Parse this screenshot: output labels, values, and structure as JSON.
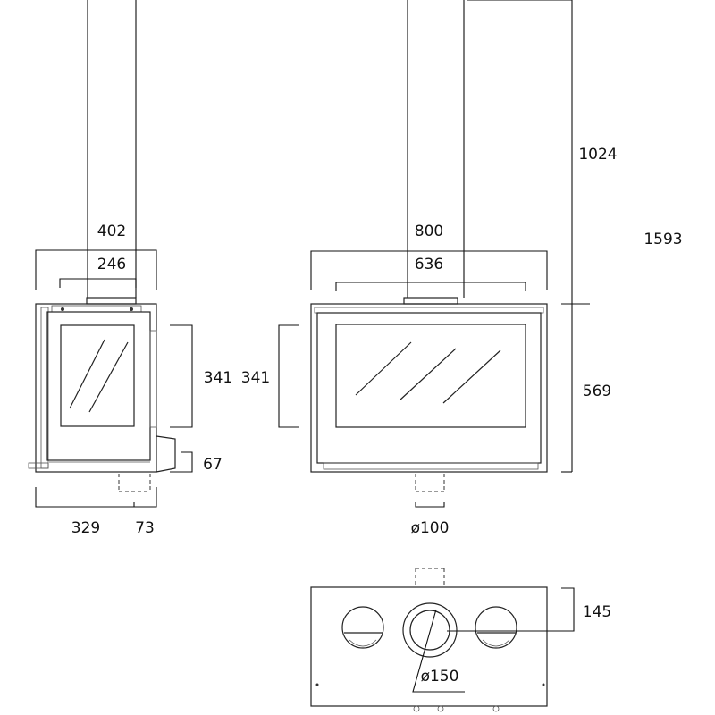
{
  "side_view": {
    "width_overall": "402",
    "flue_spacing": "246",
    "glass_height": "341",
    "box_height": "67",
    "depth": "329",
    "box_depth": "73"
  },
  "front_view": {
    "width_overall": "800",
    "inner_width": "636",
    "glass_height": "341",
    "flue_diameter": "ø100",
    "height_chimney": "1024",
    "height_total": "1593",
    "height_body": "569"
  },
  "top_view": {
    "depth": "145",
    "flue_diameter": "ø150"
  },
  "colors": {
    "line": "#222222",
    "background": "#ffffff"
  }
}
